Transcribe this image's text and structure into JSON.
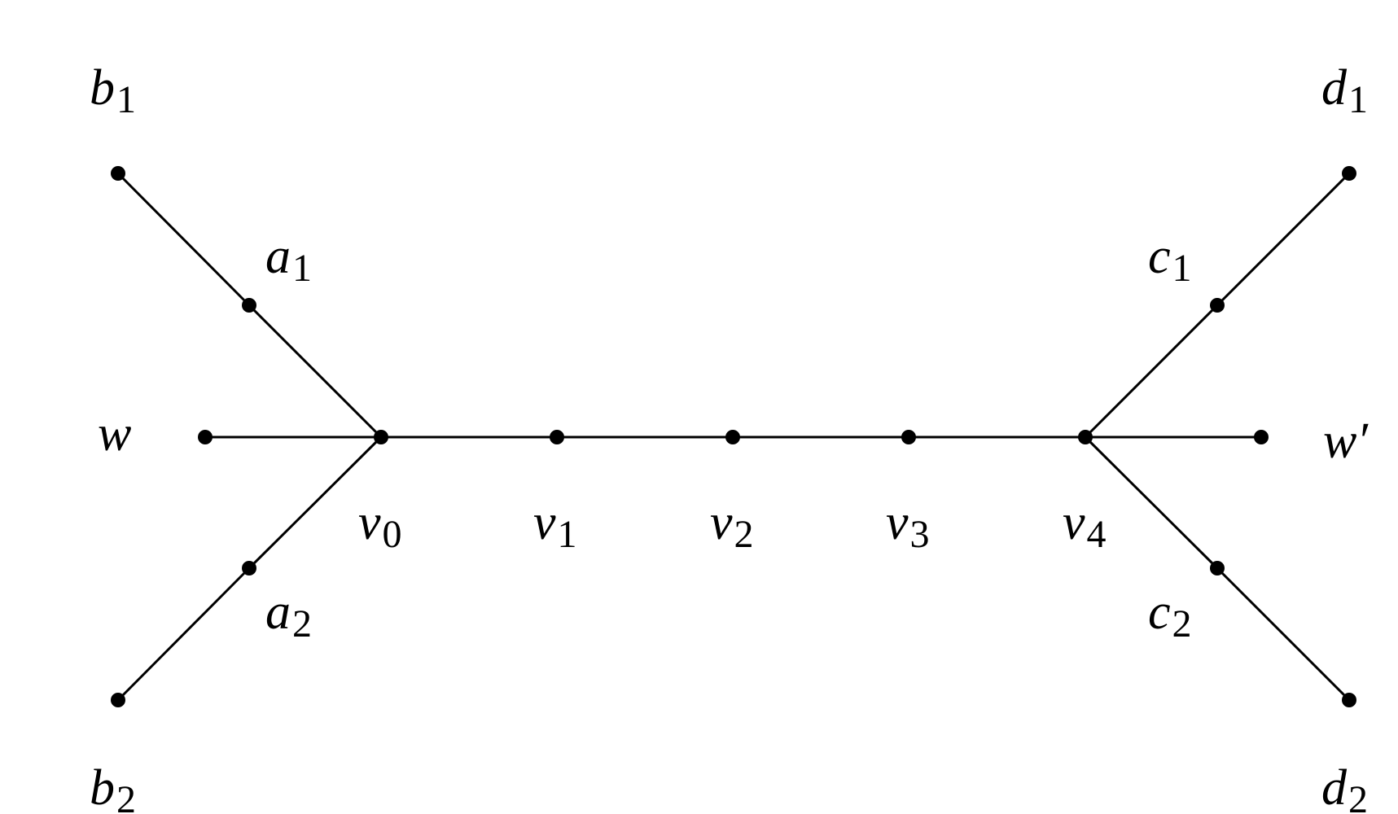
{
  "graph": {
    "vertices": [
      {
        "id": "b1",
        "name": "b",
        "sub": "1"
      },
      {
        "id": "a1",
        "name": "a",
        "sub": "1"
      },
      {
        "id": "w",
        "name": "w",
        "sub": ""
      },
      {
        "id": "v0",
        "name": "v",
        "sub": "0"
      },
      {
        "id": "a2",
        "name": "a",
        "sub": "2"
      },
      {
        "id": "b2",
        "name": "b",
        "sub": "2"
      },
      {
        "id": "v1",
        "name": "v",
        "sub": "1"
      },
      {
        "id": "v2",
        "name": "v",
        "sub": "2"
      },
      {
        "id": "v3",
        "name": "v",
        "sub": "3"
      },
      {
        "id": "v4",
        "name": "v",
        "sub": "4"
      },
      {
        "id": "c1",
        "name": "c",
        "sub": "1"
      },
      {
        "id": "d1",
        "name": "d",
        "sub": "1"
      },
      {
        "id": "wp",
        "name": "w′",
        "sub": ""
      },
      {
        "id": "c2",
        "name": "c",
        "sub": "2"
      },
      {
        "id": "d2",
        "name": "d",
        "sub": "2"
      }
    ],
    "edges": [
      [
        "b1",
        "a1"
      ],
      [
        "a1",
        "v0"
      ],
      [
        "w",
        "v0"
      ],
      [
        "v0",
        "a2"
      ],
      [
        "a2",
        "b2"
      ],
      [
        "v0",
        "v1"
      ],
      [
        "v1",
        "v2"
      ],
      [
        "v2",
        "v3"
      ],
      [
        "v3",
        "v4"
      ],
      [
        "v4",
        "c1"
      ],
      [
        "c1",
        "d1"
      ],
      [
        "v4",
        "wp"
      ],
      [
        "v4",
        "c2"
      ],
      [
        "c2",
        "d2"
      ]
    ]
  }
}
